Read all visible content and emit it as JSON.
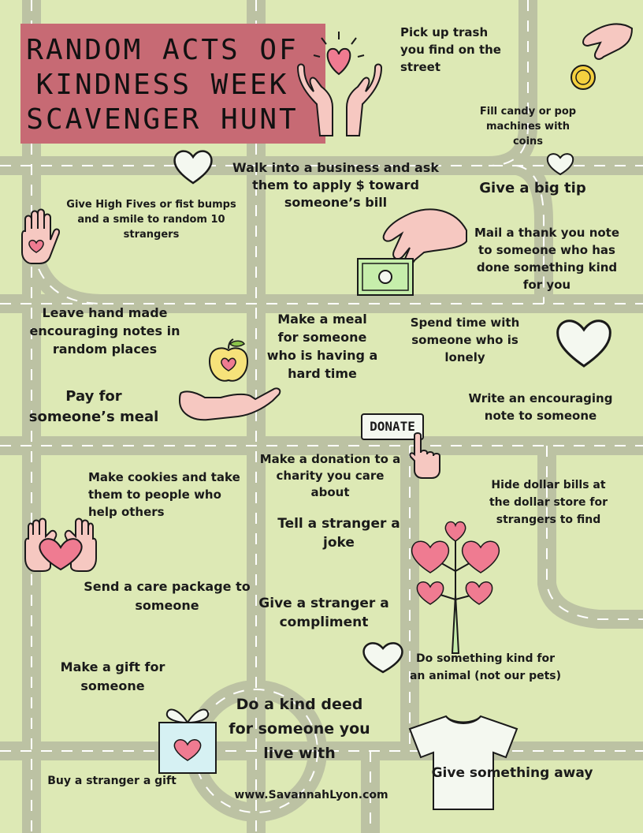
{
  "title": {
    "line1": "RANDOM ACTS OF",
    "line2": "KINDNESS WEEK",
    "line3": "SCAVENGER HUNT"
  },
  "acts": {
    "pick_up_trash": "Pick up trash you find on the street",
    "fill_candy": "Fill candy or pop machines with coins",
    "walk_into_business": "Walk into a business and ask them to apply $ toward someone’s bill",
    "give_big_tip": "Give a big tip",
    "high_fives": "Give High Fives or fist bumps and a smile to random 10 strangers",
    "mail_thank_you": "Mail a thank you note to someone who has done something kind for you",
    "hand_made_notes": "Leave hand made encouraging notes in random places",
    "make_meal": "Make a meal for someone who is having a hard time",
    "spend_time": "Spend time with someone who is lonely",
    "pay_meal": "Pay for someone’s meal",
    "encouraging_note": "Write an encouraging note to someone",
    "donation": "Make a donation to a charity you care about",
    "cookies": "Make cookies and take them to people who help others",
    "hide_dollars": "Hide dollar bills at the dollar store for strangers to find",
    "joke": "Tell a stranger a joke",
    "care_package": "Send a care package to someone",
    "compliment": "Give a stranger a compliment",
    "gift_for_someone": "Make a gift for someone",
    "animal": "Do something kind for an animal (not our pets)",
    "kind_deed": "Do a kind deed for someone you live with",
    "buy_gift": "Buy a stranger a gift",
    "give_away": "Give something away"
  },
  "donate_sign": "DONATE",
  "website": "www.SavannahLyon.com",
  "colors": {
    "background": "#dde9b5",
    "road": "#bcc2a3",
    "road_dash": "#ffffff",
    "title_box": "#c76a74",
    "heart_pink": "#ef7b91",
    "skin": "#f6c8c1",
    "money_green": "#c6eeab",
    "outline": "#1a1a1a"
  },
  "icons": [
    "heart-hands-icon",
    "coin-hand-icon",
    "heart-icon",
    "high-five-hand-icon",
    "money-hand-icon",
    "apple-heart-icon",
    "open-hand-icon",
    "donate-finger-icon",
    "heart-hands-pair-icon",
    "heart-tree-icon",
    "gift-box-icon",
    "t-shirt-icon"
  ]
}
